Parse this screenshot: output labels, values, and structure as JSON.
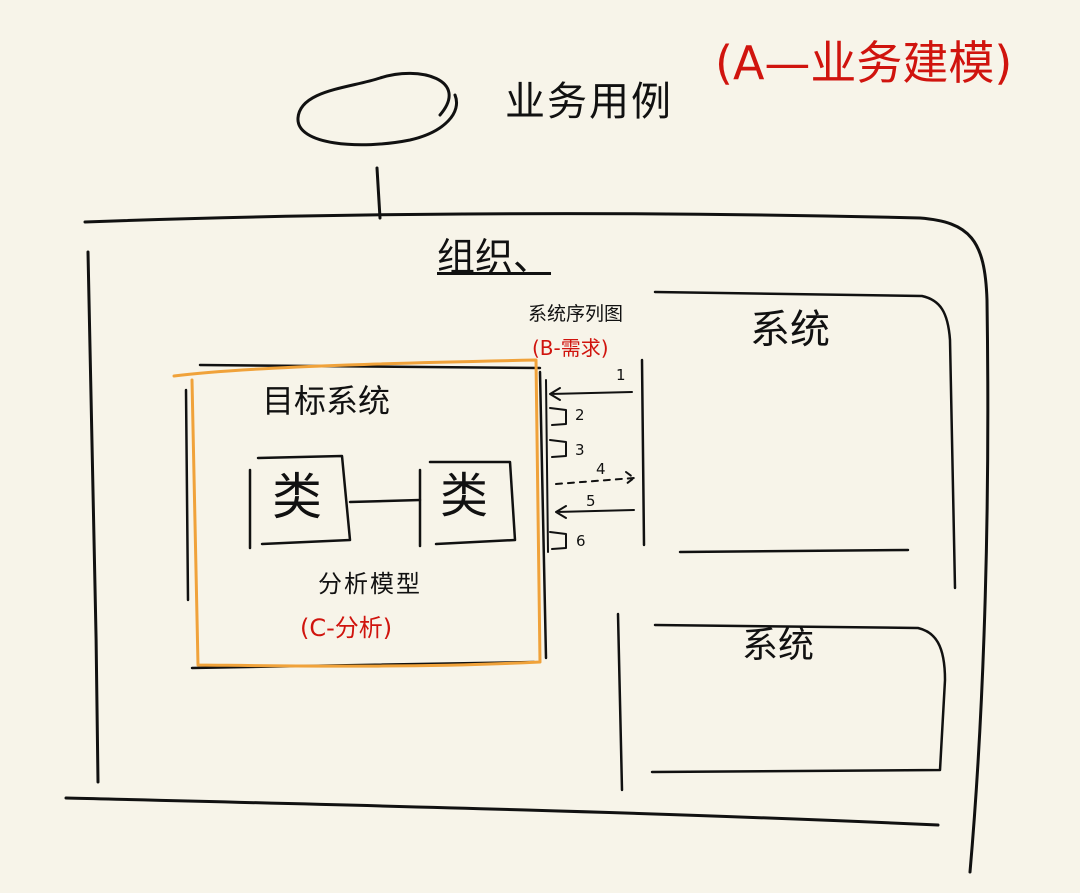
{
  "diagram": {
    "business_use_case": "业务用例",
    "phase_a": "(A—业务建模)",
    "organization": "组织、",
    "sequence_diagram": "系统序列图",
    "phase_b": "(B-需求)",
    "target_system": "目标系统",
    "classes": [
      "类",
      "类"
    ],
    "analysis_model": "分析模型",
    "phase_c": "(C-分析)",
    "systems": [
      "系统",
      "系统"
    ],
    "messages": [
      "1",
      "2",
      "3",
      "4",
      "5",
      "6"
    ]
  },
  "colors": {
    "ink": "#111111",
    "annotation": "#d0140e",
    "highlight": "#f0a23a",
    "paper": "#f7f4e9"
  }
}
